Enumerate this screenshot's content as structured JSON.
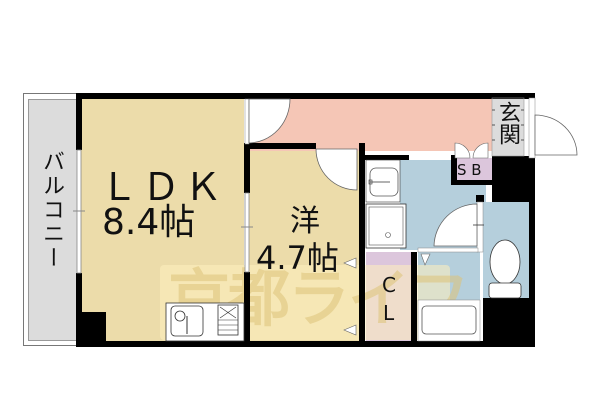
{
  "floor_plan": {
    "layout_type": "1LDK",
    "colors": {
      "ldk": "#ecdcaa",
      "western_room": "#ecdcaa",
      "balcony": "#dcdcdc",
      "hallway": "#f5c6b6",
      "wet_area": "#b5cfdc",
      "closet": "#dcc6dc",
      "shoe_box": "#dcc6dc",
      "entrance": "#dcdcdc",
      "wall": "#000000",
      "watermark": "#f5dd9a"
    },
    "rooms": {
      "ldk": {
        "name": "ＬＤＫ",
        "size": "8.4帖"
      },
      "western": {
        "name": "洋",
        "size": "4.7帖"
      },
      "balcony": {
        "name": "バルコニー"
      },
      "closet": {
        "line1": "C",
        "line2": "L"
      },
      "shoe_box": {
        "label": "S B"
      },
      "entrance": {
        "label": "玄関"
      }
    },
    "watermark": {
      "text": "京都ライフ"
    }
  }
}
